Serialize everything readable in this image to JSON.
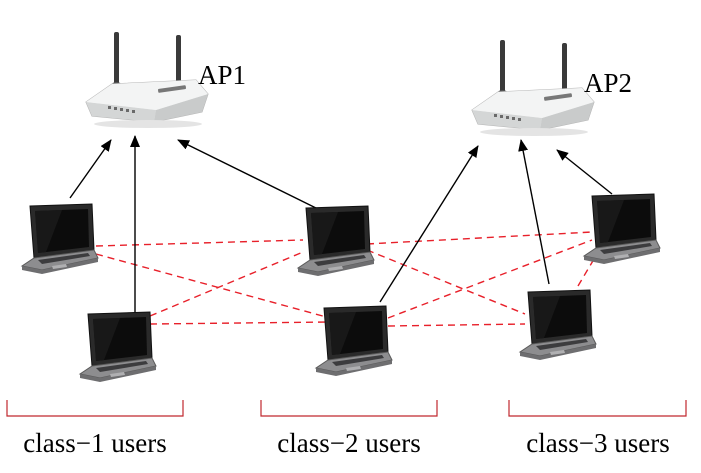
{
  "access_points": [
    {
      "id": "ap1",
      "label": "AP1"
    },
    {
      "id": "ap2",
      "label": "AP2"
    }
  ],
  "user_classes": [
    {
      "label": "class−1 users"
    },
    {
      "label": "class−2 users"
    },
    {
      "label": "class−3 users"
    }
  ],
  "colors": {
    "interference_link": "#e8202a",
    "bracket": "#c0282e",
    "association_arrow": "#000000"
  }
}
